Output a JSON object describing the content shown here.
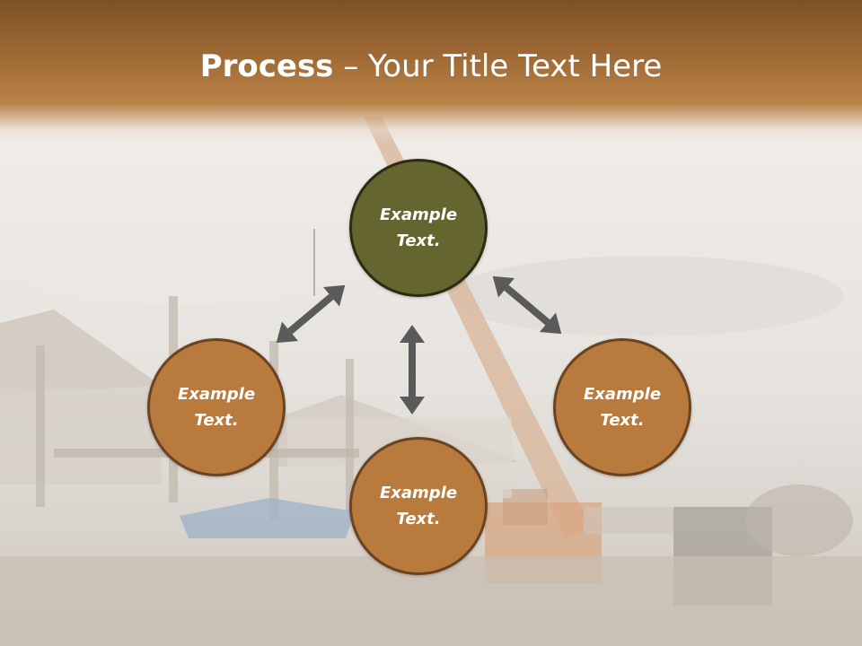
{
  "slide": {
    "title_bold": "Process",
    "title_rest": " – Your Title Text Here"
  },
  "process": {
    "top": "Example\nText.",
    "left": "Example\nText.",
    "right": "Example\nText.",
    "bottom": "Example\nText."
  },
  "colors": {
    "header": "#a06a35",
    "circle_accent": "#65662f",
    "circle_main": "#b87a3d",
    "arrow": "#5a5a5a"
  }
}
